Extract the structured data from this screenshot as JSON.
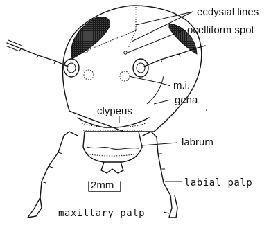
{
  "labels": {
    "ecdysial_lines": "ecdysial lines",
    "ocelliform_spot": "ocelliform spot",
    "mi": "m.i.",
    "gena": "gena",
    "clypeus": "clypeus",
    "labrum": "labrum",
    "scale": "2mm",
    "labial_palp": "labial palp",
    "maxillary_palp": "maxillary palp",
    "tick_mark": ","
  },
  "colors": {
    "ink": "#111111",
    "background": "#ffffff"
  }
}
